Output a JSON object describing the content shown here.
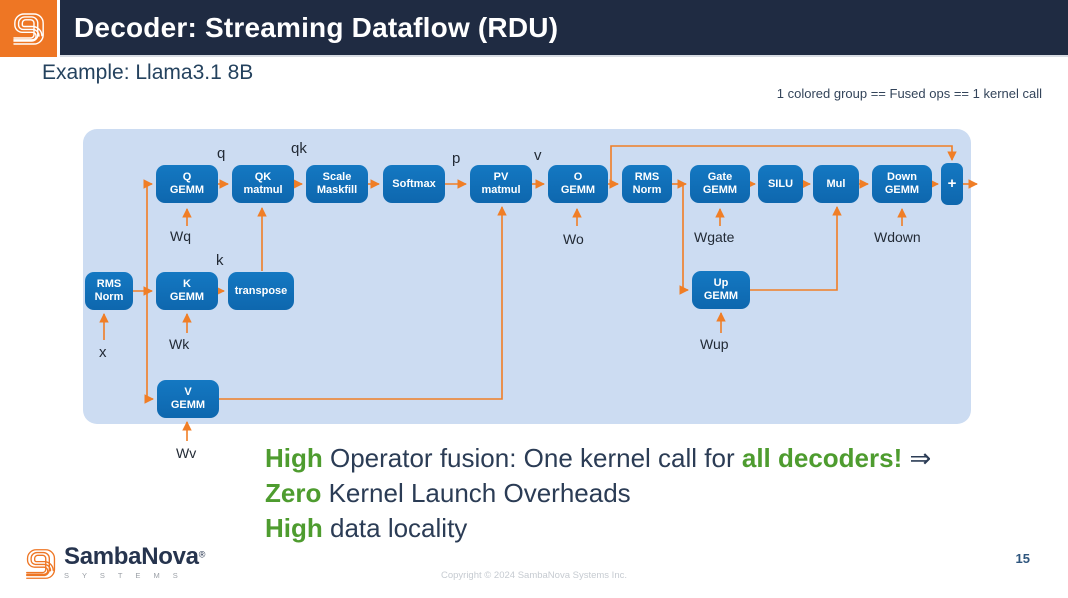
{
  "colors": {
    "header_navy": "#1f2b42",
    "logo_orange": "#ee7624",
    "box_blue": "#1173bc",
    "diagram_bg": "#ccdcf2",
    "arrow_orange": "#f07e26",
    "green_accent": "#4e9c2f",
    "body_navy": "#2b3c55"
  },
  "header": {
    "title": "Decoder: Streaming Dataflow (RDU)"
  },
  "subtitle": "Example: Llama3.1 8B",
  "note": "1 colored group == Fused ops == 1 kernel call",
  "diagram": {
    "nodes": {
      "rms_norm_1": {
        "label": "RMS\nNorm"
      },
      "q_gemm": {
        "label": "Q\nGEMM"
      },
      "qk_matmul": {
        "label": "QK\nmatmul"
      },
      "scale_maskfill": {
        "label": "Scale\nMaskfill"
      },
      "softmax": {
        "label": "Softmax"
      },
      "pv_matmul": {
        "label": "PV\nmatmul"
      },
      "o_gemm": {
        "label": "O\nGEMM"
      },
      "rms_norm_2": {
        "label": "RMS\nNorm"
      },
      "gate_gemm": {
        "label": "Gate\nGEMM"
      },
      "silu": {
        "label": "SILU"
      },
      "mul": {
        "label": "Mul"
      },
      "down_gemm": {
        "label": "Down\nGEMM"
      },
      "plus": {
        "label": "+"
      },
      "k_gemm": {
        "label": "K\nGEMM"
      },
      "transpose": {
        "label": "transpose"
      },
      "up_gemm": {
        "label": "Up\nGEMM"
      },
      "v_gemm": {
        "label": "V\nGEMM"
      }
    },
    "labels": {
      "x": "x",
      "q": "q",
      "qk": "qk",
      "p": "p",
      "v": "v",
      "k": "k",
      "wq": "Wq",
      "wk": "Wk",
      "wv": "Wv",
      "wo": "Wo",
      "wgate": "Wgate",
      "wup": "Wup",
      "wdown": "Wdown"
    }
  },
  "statements": [
    {
      "lead": "High",
      "text": " Operator fusion: One kernel call for ",
      "highlight": "all decoders!",
      "tail": " ⇒"
    },
    {
      "lead": "Zero",
      "text": " Kernel Launch Overheads"
    },
    {
      "lead": "High",
      "text": " data locality"
    }
  ],
  "footer": {
    "brand": "SambaNova",
    "reg": "®",
    "brand_sub": "S Y S T E M S",
    "copyright": "Copyright © 2024 SambaNova Systems Inc.",
    "page": "15"
  }
}
